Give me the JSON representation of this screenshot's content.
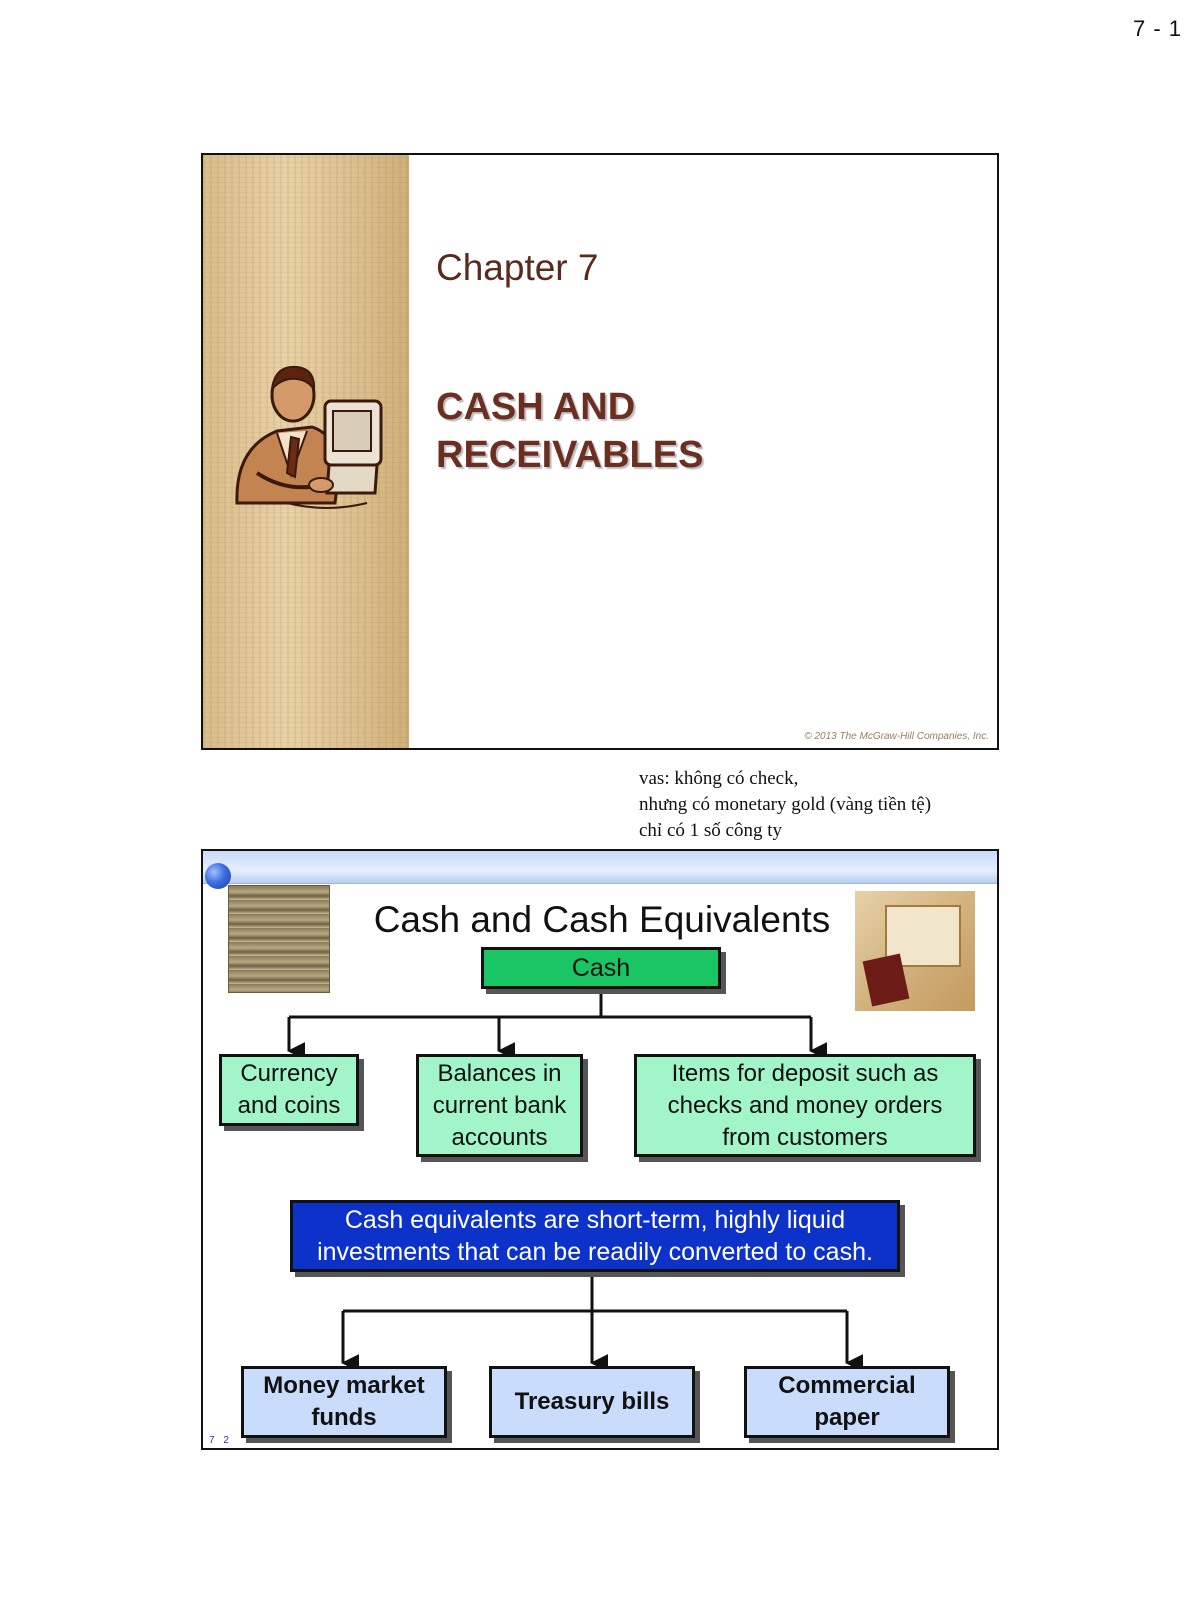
{
  "page": {
    "number": "7 - 1"
  },
  "slide1": {
    "chapter": "Chapter 7",
    "title_line1": "CASH AND",
    "title_line2": "RECEIVABLES",
    "copyright": "© 2013 The McGraw-Hill Companies, Inc."
  },
  "note": {
    "line1": "vas: không có check,",
    "line2": "nhưng có monetary gold (vàng tiền tệ)",
    "line3": "chỉ có 1 số công ty"
  },
  "slide2": {
    "title": "Cash and Cash Equivalents",
    "cash_label": "Cash",
    "cash_items": [
      {
        "l1": "Currency",
        "l2": "and coins",
        "l3": ""
      },
      {
        "l1": "Balances in",
        "l2": "current bank",
        "l3": "accounts"
      },
      {
        "l1": "Items for deposit such as",
        "l2": "checks and money orders",
        "l3": "from customers"
      }
    ],
    "equivalents_line1": "Cash equivalents are short-term, highly liquid",
    "equivalents_line2": "investments that can be readily converted to cash.",
    "equivalent_items": [
      {
        "l1": "Money market",
        "l2": "funds"
      },
      {
        "l1": "Treasury bills",
        "l2": ""
      },
      {
        "l1": "Commercial",
        "l2": "paper"
      }
    ],
    "slide_number": "7 2"
  }
}
